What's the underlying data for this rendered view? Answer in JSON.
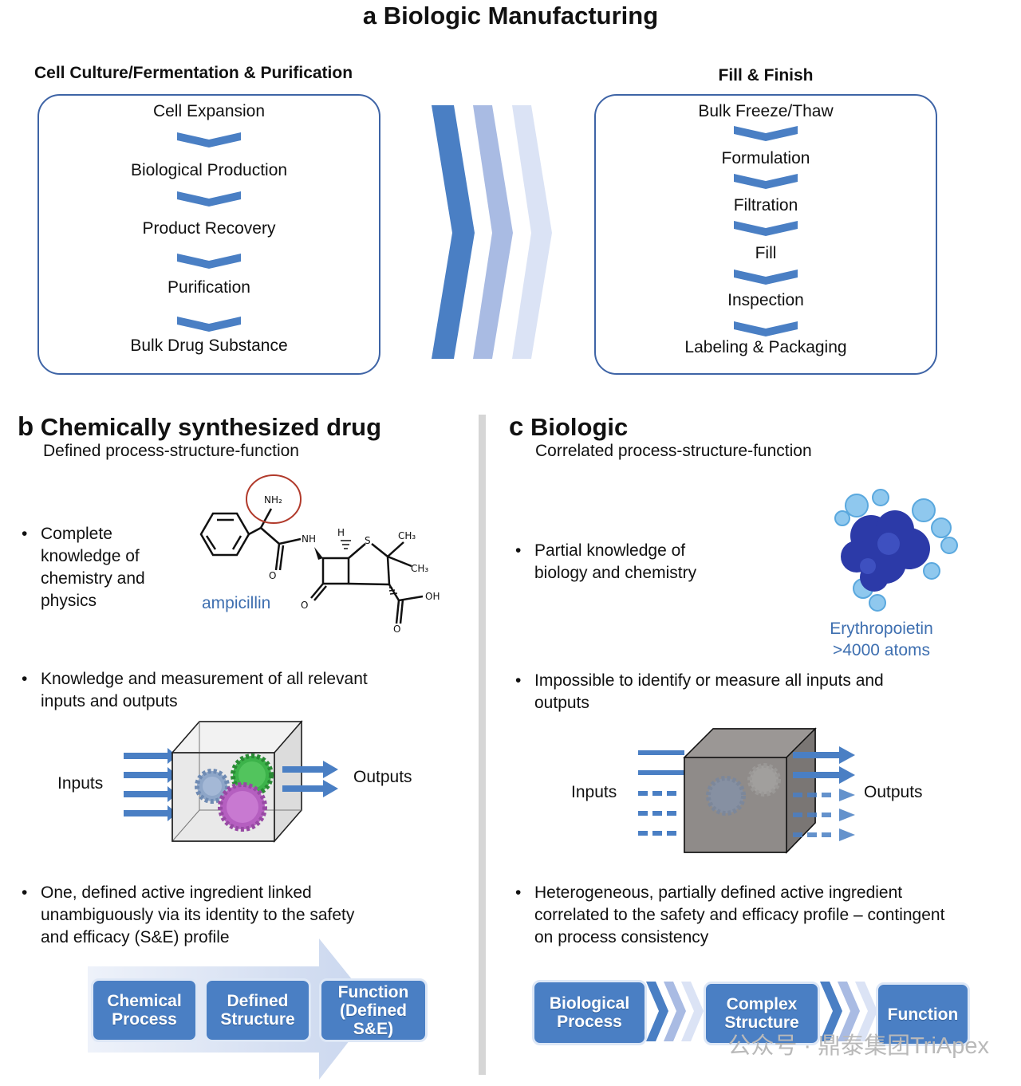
{
  "panel_a": {
    "title": "a Biologic Manufacturing",
    "left_heading": "Cell Culture/Fermentation & Purification",
    "left_steps": [
      "Cell Expansion",
      "Biological Production",
      "Product Recovery",
      "Purification",
      "Bulk Drug Substance"
    ],
    "right_heading": "Fill & Finish",
    "right_steps": [
      "Bulk Freeze/Thaw",
      "Formulation",
      "Filtration",
      "Fill",
      "Inspection",
      "Labeling & Packaging"
    ]
  },
  "panel_b": {
    "letter": "b",
    "title": "Chemically synthesized drug",
    "subtitle": "Defined process-structure-function",
    "bullet1": "Complete knowledge of chemistry and physics",
    "molecule_label": "ampicillin",
    "mol_atoms": {
      "nh2": "NH₂",
      "nh": "NH",
      "h": "H",
      "s": "S",
      "ch3a": "CH₃",
      "ch3b": "CH₃",
      "oh": "OH",
      "o1": "O",
      "o2": "O",
      "o3": "O"
    },
    "bullet2": "Knowledge and measurement of all relevant inputs and outputs",
    "inputs_label": "Inputs",
    "outputs_label": "Outputs",
    "bullet3": "One, defined active ingredient linked unambiguously via its identity to the safety and efficacy (S&E) profile",
    "flow": [
      "Chemical Process",
      "Defined Structure",
      "Function (Defined S&E)"
    ]
  },
  "panel_c": {
    "letter": "c",
    "title": "Biologic",
    "subtitle": "Correlated process-structure-function",
    "bullet1": "Partial knowledge of biology and chemistry",
    "protein_label": "Erythropoietin",
    "protein_atoms": ">4000 atoms",
    "bullet2": "Impossible to identify or measure all inputs and outputs",
    "inputs_label": "Inputs",
    "outputs_label": "Outputs",
    "bullet3": "Heterogeneous, partially defined active ingredient correlated to the safety and efficacy profile – contingent on process consistency",
    "flow": [
      "Biological Process",
      "Complex Structure",
      "Function"
    ]
  },
  "watermark": "公众号 · 鼎泰集团TriApex",
  "colors": {
    "accent": "#3e64a6",
    "chevron": "#4a7fc4",
    "chevron_mid": "#a9bbe3",
    "chevron_light": "#dbe3f5",
    "label_blue": "#3e6fb0"
  }
}
